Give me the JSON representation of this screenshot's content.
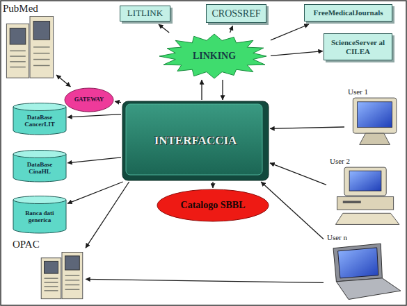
{
  "diagram": {
    "nodes": [
      {
        "text": [
          "PubMed"
        ]
      },
      {
        "text": [
          "LITLINK"
        ]
      },
      {
        "text": [
          "CROSSREF"
        ]
      },
      {
        "text": [
          "FreeMedicalJournals"
        ]
      },
      {
        "text": [
          "LINKING"
        ]
      },
      {
        "text": [
          "ScienceServer al CILEA"
        ]
      },
      {
        "text": [
          "GATEWAY"
        ]
      },
      {
        "text": [
          "DataBase CancerLIT"
        ]
      },
      {
        "text": [
          "User 1"
        ]
      },
      {
        "text": [
          "INTERFACCIA"
        ]
      },
      {
        "text": [
          "DataBase CinaHL"
        ]
      },
      {
        "text": [
          "User 2"
        ]
      },
      {
        "text": [
          "Banca dati generica"
        ]
      },
      {
        "text": [
          "Catalogo SBBL"
        ]
      },
      {
        "text": [
          "User n"
        ]
      },
      {
        "text": [
          "OPAC"
        ]
      }
    ],
    "edges": [
      {
        "from": 4,
        "to": 1,
        "arrow": "to"
      },
      {
        "from": 4,
        "to": 2,
        "arrow": "to"
      },
      {
        "from": 4,
        "to": 3,
        "arrow": "to"
      },
      {
        "from": 4,
        "to": 5,
        "arrow": "to"
      },
      {
        "from": 6,
        "to": 0,
        "arrow": "both"
      },
      {
        "from": 9,
        "to": 6,
        "arrow": "to"
      },
      {
        "from": 9,
        "to": 4,
        "arrow": "to"
      },
      {
        "from": 4,
        "to": 9,
        "arrow": "to"
      },
      {
        "from": 9,
        "to": 7,
        "arrow": "to"
      },
      {
        "from": 9,
        "to": 10,
        "arrow": "to"
      },
      {
        "from": 9,
        "to": 12,
        "arrow": "to"
      },
      {
        "from": 9,
        "to": 15,
        "arrow": "to"
      },
      {
        "from": 9,
        "to": 13,
        "arrow": "to"
      },
      {
        "from": 8,
        "to": 9,
        "arrow": "to"
      },
      {
        "from": 11,
        "to": 9,
        "arrow": "to"
      },
      {
        "from": 14,
        "to": 9,
        "arrow": "to"
      },
      {
        "from": 14,
        "to": 15,
        "arrow": "to"
      }
    ]
  }
}
